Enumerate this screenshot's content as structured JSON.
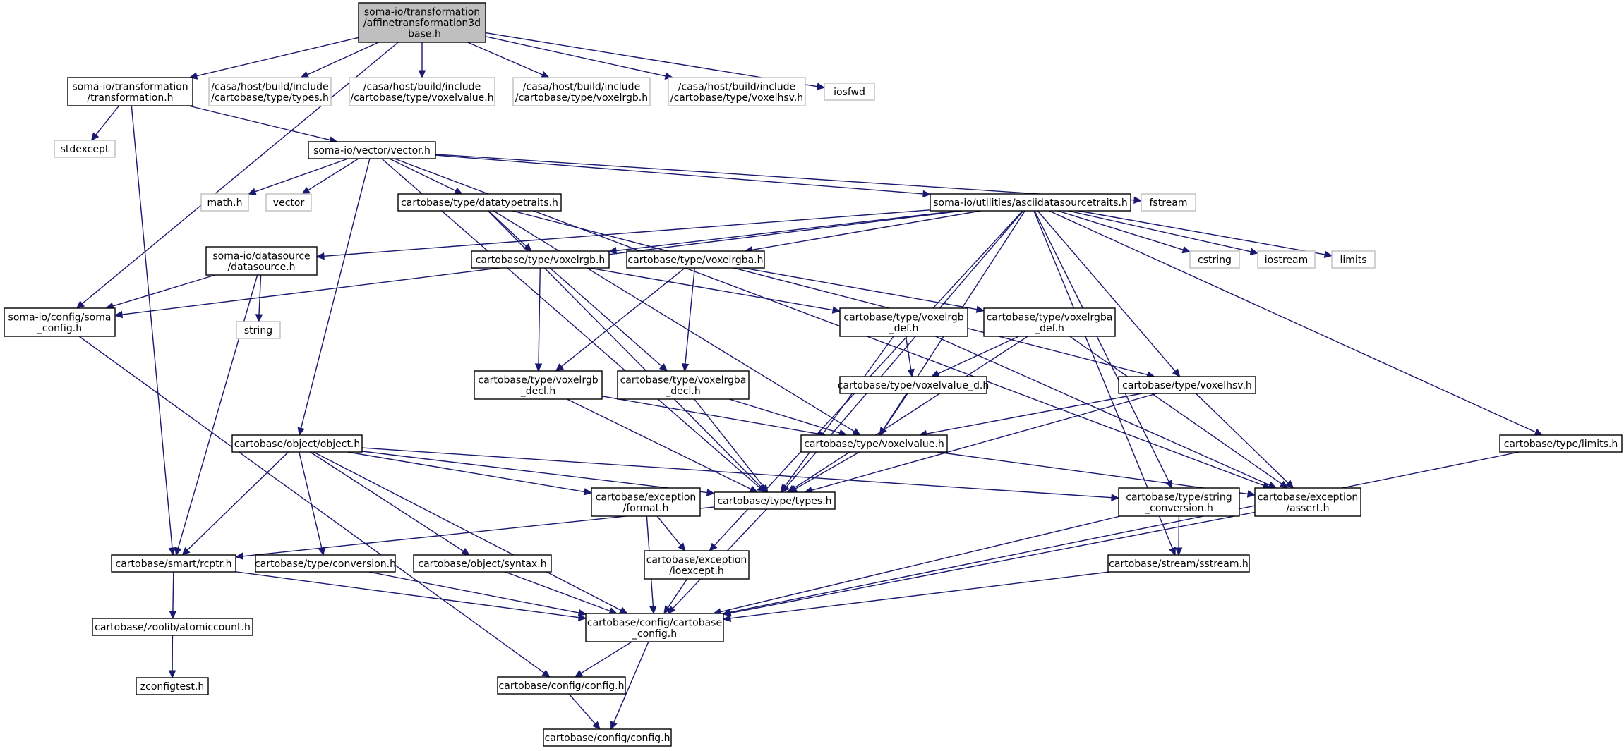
{
  "graph": {
    "edge_color": "#191970",
    "nodes": [
      {
        "id": "root",
        "lines": [
          "soma-io/transformation",
          "/affinetransformation3d",
          "_base.h"
        ],
        "style": "root"
      },
      {
        "id": "transformation",
        "lines": [
          "soma-io/transformation",
          "/transformation.h"
        ],
        "style": "normal"
      },
      {
        "id": "ext_types",
        "lines": [
          "/casa/host/build/include",
          "/cartobase/type/types.h"
        ],
        "style": "ext"
      },
      {
        "id": "ext_voxelvalue",
        "lines": [
          "/casa/host/build/include",
          "/cartobase/type/voxelvalue.h"
        ],
        "style": "ext"
      },
      {
        "id": "ext_voxelrgb",
        "lines": [
          "/casa/host/build/include",
          "/cartobase/type/voxelrgb.h"
        ],
        "style": "ext"
      },
      {
        "id": "ext_voxelhsv",
        "lines": [
          "/casa/host/build/include",
          "/cartobase/type/voxelhsv.h"
        ],
        "style": "ext"
      },
      {
        "id": "iosfwd",
        "lines": [
          "iosfwd"
        ],
        "style": "ext"
      },
      {
        "id": "stdexcept",
        "lines": [
          "stdexcept"
        ],
        "style": "ext"
      },
      {
        "id": "vector_h",
        "lines": [
          "soma-io/vector/vector.h"
        ],
        "style": "normal"
      },
      {
        "id": "math",
        "lines": [
          "math.h"
        ],
        "style": "ext"
      },
      {
        "id": "vector",
        "lines": [
          "vector"
        ],
        "style": "ext"
      },
      {
        "id": "datatypetraits",
        "lines": [
          "cartobase/type/datatypetraits.h"
        ],
        "style": "normal"
      },
      {
        "id": "ascii",
        "lines": [
          "soma-io/utilities/asciidatasourcetraits.h"
        ],
        "style": "normal"
      },
      {
        "id": "fstream",
        "lines": [
          "fstream"
        ],
        "style": "ext"
      },
      {
        "id": "datasource",
        "lines": [
          "soma-io/datasource",
          "/datasource.h"
        ],
        "style": "normal"
      },
      {
        "id": "voxelrgb",
        "lines": [
          "cartobase/type/voxelrgb.h"
        ],
        "style": "normal"
      },
      {
        "id": "voxelrgba",
        "lines": [
          "cartobase/type/voxelrgba.h"
        ],
        "style": "normal"
      },
      {
        "id": "cstring",
        "lines": [
          "cstring"
        ],
        "style": "ext"
      },
      {
        "id": "iostream",
        "lines": [
          "iostream"
        ],
        "style": "ext"
      },
      {
        "id": "limits",
        "lines": [
          "limits"
        ],
        "style": "ext"
      },
      {
        "id": "somaconfig",
        "lines": [
          "soma-io/config/soma",
          "_config.h"
        ],
        "style": "normal"
      },
      {
        "id": "string",
        "lines": [
          "string"
        ],
        "style": "ext"
      },
      {
        "id": "voxelrgb_def",
        "lines": [
          "cartobase/type/voxelrgb",
          "_def.h"
        ],
        "style": "normal"
      },
      {
        "id": "voxelrgba_def",
        "lines": [
          "cartobase/type/voxelrgba",
          "_def.h"
        ],
        "style": "normal"
      },
      {
        "id": "voxelrgb_decl",
        "lines": [
          "cartobase/type/voxelrgb",
          "_decl.h"
        ],
        "style": "normal"
      },
      {
        "id": "voxelrgba_decl",
        "lines": [
          "cartobase/type/voxelrgba",
          "_decl.h"
        ],
        "style": "normal"
      },
      {
        "id": "voxelvalue_d",
        "lines": [
          "cartobase/type/voxelvalue_d.h"
        ],
        "style": "normal"
      },
      {
        "id": "voxelhsv",
        "lines": [
          "cartobase/type/voxelhsv.h"
        ],
        "style": "normal"
      },
      {
        "id": "object",
        "lines": [
          "cartobase/object/object.h"
        ],
        "style": "normal"
      },
      {
        "id": "voxelvalue",
        "lines": [
          "cartobase/type/voxelvalue.h"
        ],
        "style": "normal"
      },
      {
        "id": "typelimits",
        "lines": [
          "cartobase/type/limits.h"
        ],
        "style": "normal"
      },
      {
        "id": "format",
        "lines": [
          "cartobase/exception",
          "/format.h"
        ],
        "style": "normal"
      },
      {
        "id": "types",
        "lines": [
          "cartobase/type/types.h"
        ],
        "style": "normal"
      },
      {
        "id": "strconv",
        "lines": [
          "cartobase/type/string",
          "_conversion.h"
        ],
        "style": "normal"
      },
      {
        "id": "assert",
        "lines": [
          "cartobase/exception",
          "/assert.h"
        ],
        "style": "normal"
      },
      {
        "id": "rcptr",
        "lines": [
          "cartobase/smart/rcptr.h"
        ],
        "style": "normal"
      },
      {
        "id": "conversion",
        "lines": [
          "cartobase/type/conversion.h"
        ],
        "style": "normal"
      },
      {
        "id": "syntax",
        "lines": [
          "cartobase/object/syntax.h"
        ],
        "style": "normal"
      },
      {
        "id": "ioexcept",
        "lines": [
          "cartobase/exception",
          "/ioexcept.h"
        ],
        "style": "normal"
      },
      {
        "id": "sstream",
        "lines": [
          "cartobase/stream/sstream.h"
        ],
        "style": "normal"
      },
      {
        "id": "atomiccount",
        "lines": [
          "cartobase/zoolib/atomiccount.h"
        ],
        "style": "normal"
      },
      {
        "id": "cbconfig",
        "lines": [
          "cartobase/config/cartobase",
          "_config.h"
        ],
        "style": "normal"
      },
      {
        "id": "zconfigtest",
        "lines": [
          "zconfigtest.h"
        ],
        "style": "normal"
      },
      {
        "id": "config",
        "lines": [
          "cartobase/config/config.h"
        ],
        "style": "normal"
      },
      {
        "id": "config2",
        "lines": [
          "cartobase/config/config.h"
        ],
        "style": "normal"
      }
    ],
    "edges": [
      [
        "root",
        "transformation"
      ],
      [
        "root",
        "ext_types"
      ],
      [
        "root",
        "ext_voxelvalue"
      ],
      [
        "root",
        "ext_voxelrgb"
      ],
      [
        "root",
        "ext_voxelhsv"
      ],
      [
        "root",
        "iosfwd"
      ],
      [
        "root",
        "somaconfig"
      ],
      [
        "transformation",
        "stdexcept"
      ],
      [
        "transformation",
        "vector_h"
      ],
      [
        "transformation",
        "rcptr"
      ],
      [
        "vector_h",
        "math"
      ],
      [
        "vector_h",
        "vector"
      ],
      [
        "vector_h",
        "datatypetraits"
      ],
      [
        "vector_h",
        "ascii"
      ],
      [
        "vector_h",
        "fstream"
      ],
      [
        "vector_h",
        "object"
      ],
      [
        "vector_h",
        "types"
      ],
      [
        "vector_h",
        "assert"
      ],
      [
        "datatypetraits",
        "voxelrgb"
      ],
      [
        "datatypetraits",
        "voxelhsv"
      ],
      [
        "datatypetraits",
        "types"
      ],
      [
        "datatypetraits",
        "voxelvalue"
      ],
      [
        "ascii",
        "datasource"
      ],
      [
        "ascii",
        "voxelrgb"
      ],
      [
        "ascii",
        "voxelrgba"
      ],
      [
        "ascii",
        "cstring"
      ],
      [
        "ascii",
        "iostream"
      ],
      [
        "ascii",
        "limits"
      ],
      [
        "ascii",
        "somaconfig"
      ],
      [
        "ascii",
        "voxelhsv"
      ],
      [
        "ascii",
        "typelimits"
      ],
      [
        "ascii",
        "strconv"
      ],
      [
        "ascii",
        "sstream"
      ],
      [
        "ascii",
        "ioexcept"
      ],
      [
        "ascii",
        "types"
      ],
      [
        "ascii",
        "voxelvalue"
      ],
      [
        "datasource",
        "somaconfig"
      ],
      [
        "datasource",
        "string"
      ],
      [
        "datasource",
        "rcptr"
      ],
      [
        "voxelrgb",
        "voxelrgb_def"
      ],
      [
        "voxelrgb",
        "voxelrgb_decl"
      ],
      [
        "voxelrgb",
        "voxelrgba_decl"
      ],
      [
        "voxelrgba",
        "voxelrgba_def"
      ],
      [
        "voxelrgba",
        "voxelrgb_decl"
      ],
      [
        "voxelrgba",
        "voxelrgba_decl"
      ],
      [
        "voxelrgb_def",
        "voxelvalue_d"
      ],
      [
        "voxelrgb_def",
        "assert"
      ],
      [
        "voxelrgb_def",
        "types"
      ],
      [
        "voxelrgba_def",
        "voxelvalue_d"
      ],
      [
        "voxelrgba_def",
        "assert"
      ],
      [
        "voxelrgba_def",
        "types"
      ],
      [
        "voxelrgb_decl",
        "voxelvalue"
      ],
      [
        "voxelrgb_decl",
        "types"
      ],
      [
        "voxelrgba_decl",
        "voxelvalue"
      ],
      [
        "voxelrgba_decl",
        "types"
      ],
      [
        "voxelvalue_d",
        "voxelvalue"
      ],
      [
        "voxelhsv",
        "voxelvalue"
      ],
      [
        "voxelhsv",
        "types"
      ],
      [
        "voxelhsv",
        "assert"
      ],
      [
        "voxelvalue",
        "types"
      ],
      [
        "voxelvalue",
        "assert"
      ],
      [
        "object",
        "types"
      ],
      [
        "object",
        "format"
      ],
      [
        "object",
        "strconv"
      ],
      [
        "object",
        "rcptr"
      ],
      [
        "object",
        "conversion"
      ],
      [
        "object",
        "syntax"
      ],
      [
        "object",
        "cbconfig"
      ],
      [
        "somaconfig",
        "config"
      ],
      [
        "format",
        "ioexcept"
      ],
      [
        "format",
        "cbconfig"
      ],
      [
        "types",
        "rcptr"
      ],
      [
        "types",
        "cbconfig"
      ],
      [
        "strconv",
        "sstream"
      ],
      [
        "strconv",
        "cbconfig"
      ],
      [
        "assert",
        "cbconfig"
      ],
      [
        "typelimits",
        "cbconfig"
      ],
      [
        "rcptr",
        "atomiccount"
      ],
      [
        "rcptr",
        "cbconfig"
      ],
      [
        "conversion",
        "cbconfig"
      ],
      [
        "syntax",
        "cbconfig"
      ],
      [
        "ioexcept",
        "cbconfig"
      ],
      [
        "sstream",
        "cbconfig"
      ],
      [
        "atomiccount",
        "zconfigtest"
      ],
      [
        "cbconfig",
        "config"
      ],
      [
        "cbconfig",
        "config2"
      ],
      [
        "config",
        "config2"
      ]
    ]
  }
}
